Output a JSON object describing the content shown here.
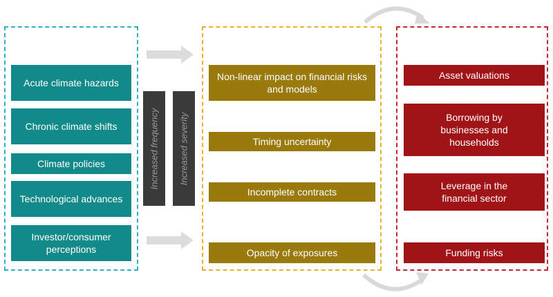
{
  "drivers": [
    "Acute climate hazards",
    "Chronic climate shifts",
    "Climate policies",
    "Technological advances",
    "Investor/consumer perceptions"
  ],
  "amplifiers": [
    "Increased frequency",
    "Increased severity"
  ],
  "impacts": [
    "Non-linear impact on financial risks and models",
    "Timing uncertainty",
    "Incomplete contracts",
    "Opacity of exposures"
  ],
  "outcomes": [
    "Asset valuations",
    "Borrowing by businesses and households",
    "Leverage in the financial sector",
    "Funding risks"
  ],
  "colors": {
    "drivers": "#138a8a",
    "impacts": "#9a7a0c",
    "outcomes": "#a01418",
    "amplifier_bars": "#3a3a3a",
    "arrows": "#d8d8d8"
  }
}
